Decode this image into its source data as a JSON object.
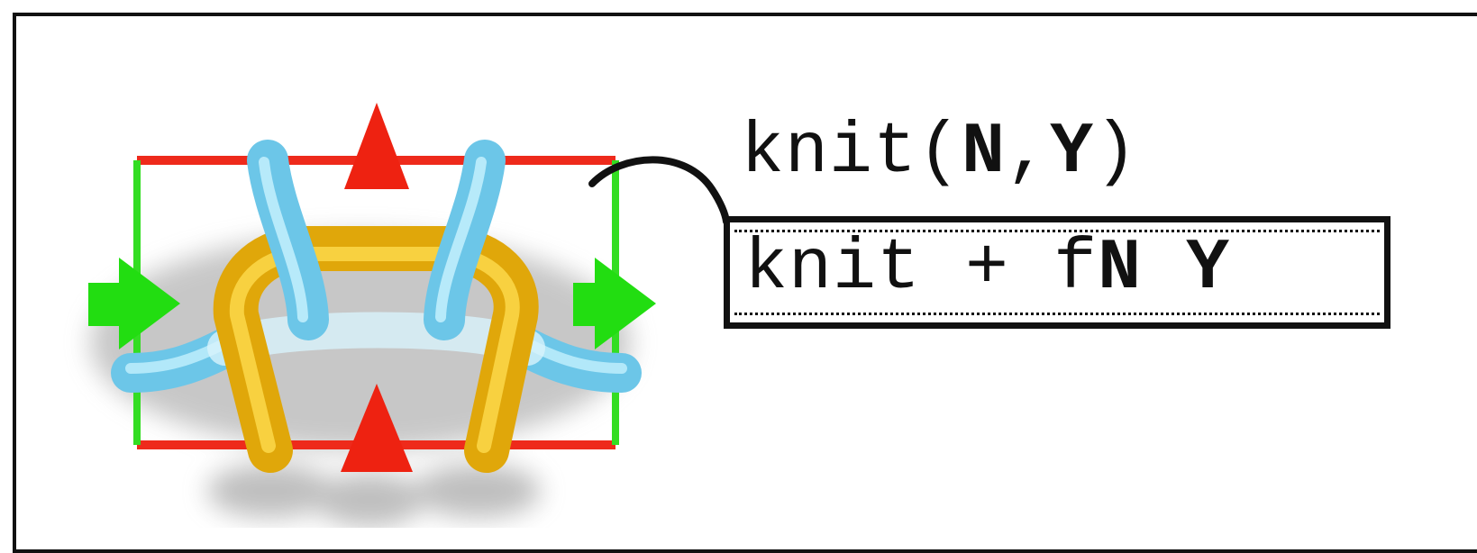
{
  "title_expr": {
    "prefix": "knit(",
    "arg1": "N",
    "sep": ",",
    "arg2": "Y",
    "suffix": ")"
  },
  "box_expr": {
    "prefix": "knit + f",
    "arg1": "N",
    "arg2": "Y"
  },
  "colors": {
    "frame_edge_horizontal": "#ee2a1b",
    "frame_edge_vertical": "#33dd22",
    "arrow_vertical": "#ee2211",
    "arrow_horizontal": "#22dd11",
    "yarn_loop_blue": "#8fd8f2",
    "yarn_loop_yellow": "#f5c21a"
  }
}
